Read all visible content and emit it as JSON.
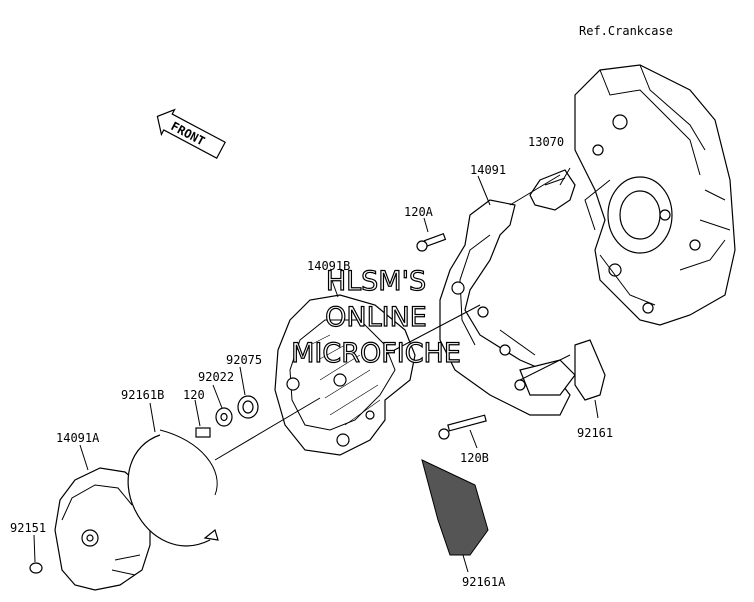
{
  "ref_label": "Ref.Crankcase",
  "front_arrow": "FRONT",
  "watermark": [
    "HLSM'S",
    "ONLINE",
    "MICROFICHE"
  ],
  "part_labels": {
    "p13070": "13070",
    "p14091": "14091",
    "p120A": "120A",
    "p14091B": "14091B",
    "p92075": "92075",
    "p92022": "92022",
    "p120": "120",
    "p92161B": "92161B",
    "p14091A": "14091A",
    "p92151": "92151",
    "p92161": "92161",
    "p120B": "120B",
    "p92161A": "92161A"
  }
}
